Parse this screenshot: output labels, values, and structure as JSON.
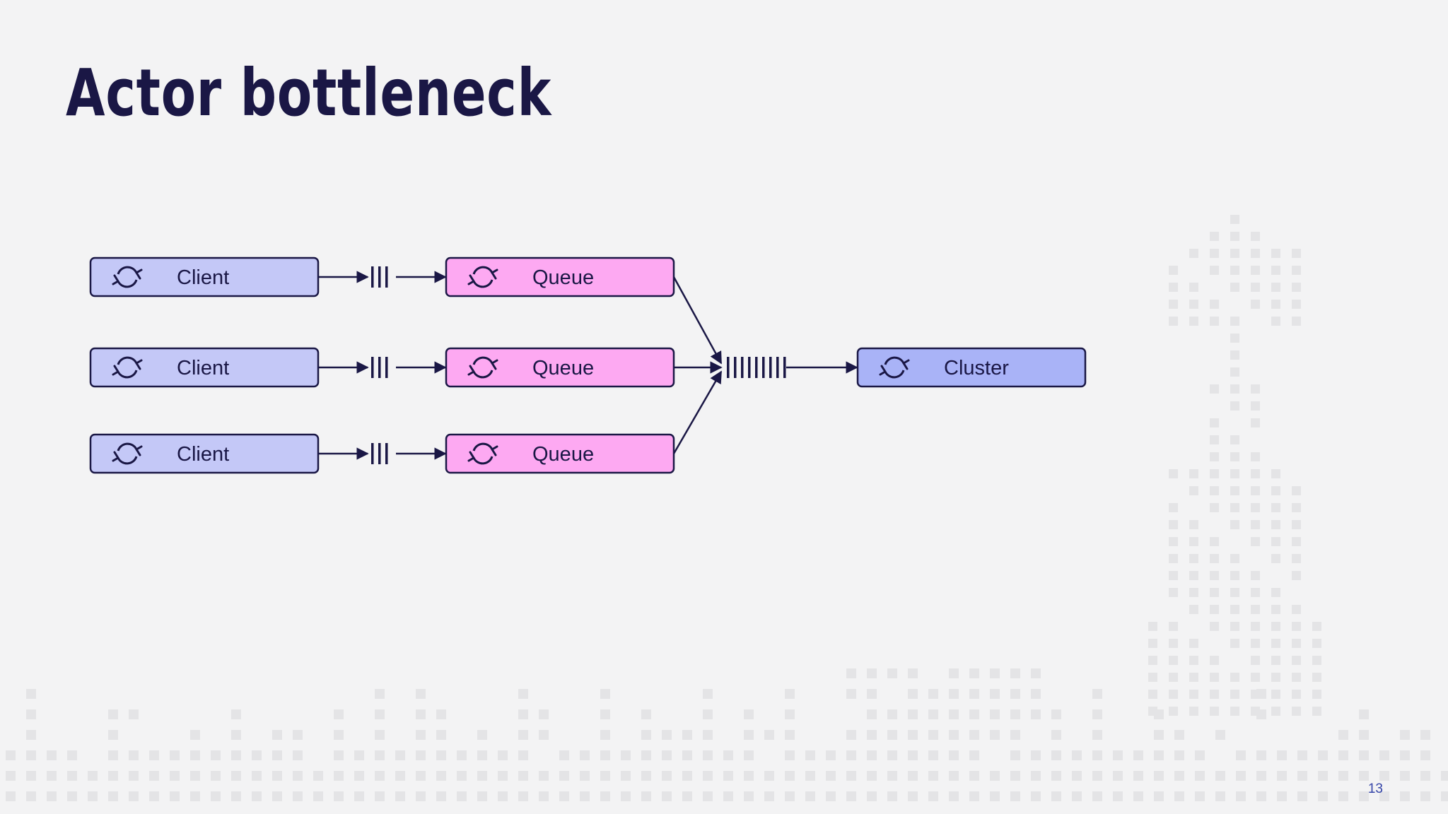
{
  "slide": {
    "title": "Actor bottleneck",
    "page_number": "13"
  },
  "diagram": {
    "clients": [
      {
        "label": "Client"
      },
      {
        "label": "Client"
      },
      {
        "label": "Client"
      }
    ],
    "queues": [
      {
        "label": "Queue"
      },
      {
        "label": "Queue"
      },
      {
        "label": "Queue"
      }
    ],
    "cluster": {
      "label": "Cluster"
    },
    "small_mailbox_bars": 3,
    "cluster_mailbox_bars": 9
  },
  "icons": {
    "actor": "refresh-cycle-icon",
    "arrow": "arrow-right-icon",
    "mailbox": "message-bars-icon"
  },
  "colors": {
    "ink": "#1a1745",
    "client_fill": "#c4c8f7",
    "queue_fill": "#fda9f2",
    "cluster_fill": "#a9b3f7",
    "background": "#f3f3f4",
    "pixel_decor": "#e4e4e6",
    "page_number": "#3545a8"
  }
}
